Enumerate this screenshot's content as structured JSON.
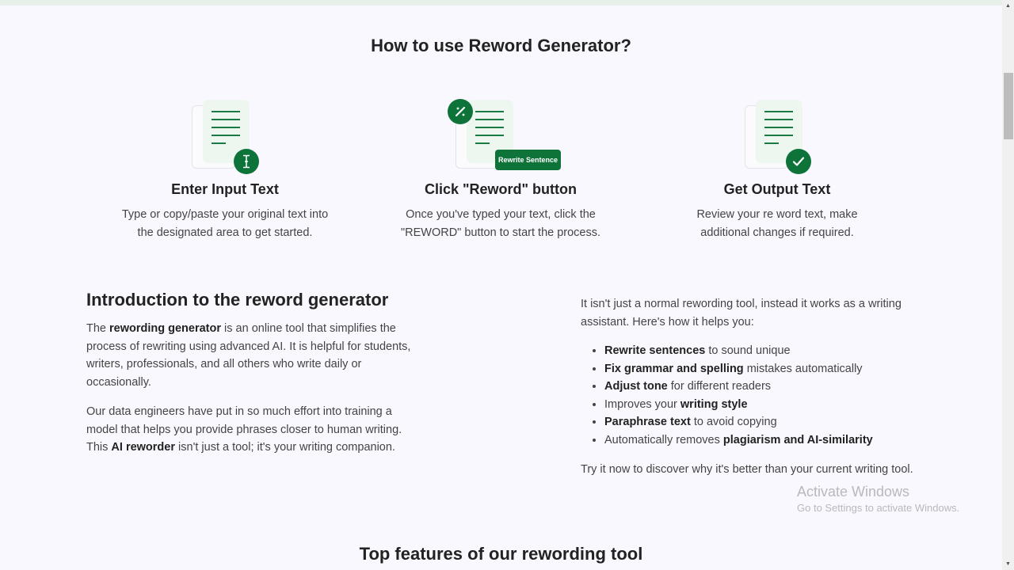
{
  "how_to": {
    "title": "How to use Reword Generator?",
    "steps": [
      {
        "icon": "text-cursor-icon",
        "title": "Enter Input Text",
        "description_line1": "Type or copy/paste your original text into",
        "description_line2": "the designated area to get started."
      },
      {
        "icon": "magic-wand-icon",
        "pill_label": "Rewrite Sentence",
        "title": "Click \"Reword\" button",
        "description_line1": "Once you've typed your text, click the",
        "description_line2": "\"REWORD\" button to start the process."
      },
      {
        "icon": "checkmark-icon",
        "title": "Get Output Text",
        "description_line1": "Review your re word text, make",
        "description_line2": "additional changes if required."
      }
    ]
  },
  "intro": {
    "title": "Introduction to the reword generator",
    "para1": {
      "pre": "The ",
      "bold": "rewording generator",
      "post": " is an online tool that simplifies the process of rewriting using advanced AI. It is helpful for students, writers, professionals, and all others who write daily or occasionally."
    },
    "para2": {
      "pre": "Our data engineers have put in so much effort into training a model that helps you provide phrases closer to human writing. This ",
      "bold": "AI reworder",
      "post": " isn't just a tool; it's your writing companion."
    },
    "right_intro": "It isn't just a normal rewording tool, instead it works as a writing assistant. Here's how it helps you:",
    "bullets": [
      {
        "pre": "",
        "bold": "Rewrite sentences",
        "post": " to sound unique"
      },
      {
        "pre": "",
        "bold": "Fix grammar and spelling",
        "post": " mistakes automatically"
      },
      {
        "pre": "",
        "bold": "Adjust tone",
        "post": " for different readers"
      },
      {
        "pre": "Improves your ",
        "bold": "writing style",
        "post": ""
      },
      {
        "pre": "",
        "bold": "Paraphrase text",
        "post": " to avoid copying"
      },
      {
        "pre": "Automatically removes ",
        "bold": "plagiarism and AI-similarity",
        "post": ""
      }
    ],
    "closing": "Try it now to discover why it's better than your current writing tool."
  },
  "features": {
    "title": "Top features of our rewording tool"
  },
  "watermark": {
    "title": "Activate Windows",
    "subtitle": "Go to Settings to activate Windows."
  },
  "colors": {
    "accent_green": "#0e7339",
    "doc_bg": "#eef6f0",
    "page_bg": "#f9f8fe"
  }
}
